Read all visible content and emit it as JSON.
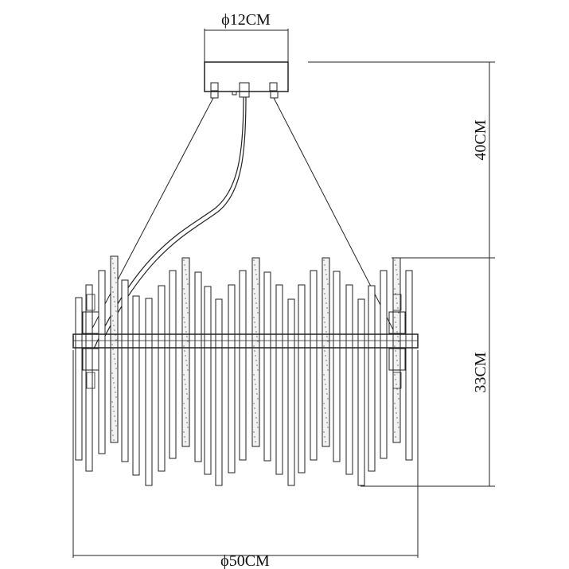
{
  "dimensions": {
    "canopy_diameter": "ϕ12CM",
    "drop_height": "40CM",
    "body_height": "33CM",
    "body_diameter": "ϕ50CM"
  },
  "colors": {
    "line": "#222222",
    "crystal_fill": "#f2f2f2",
    "background": "#ffffff"
  }
}
